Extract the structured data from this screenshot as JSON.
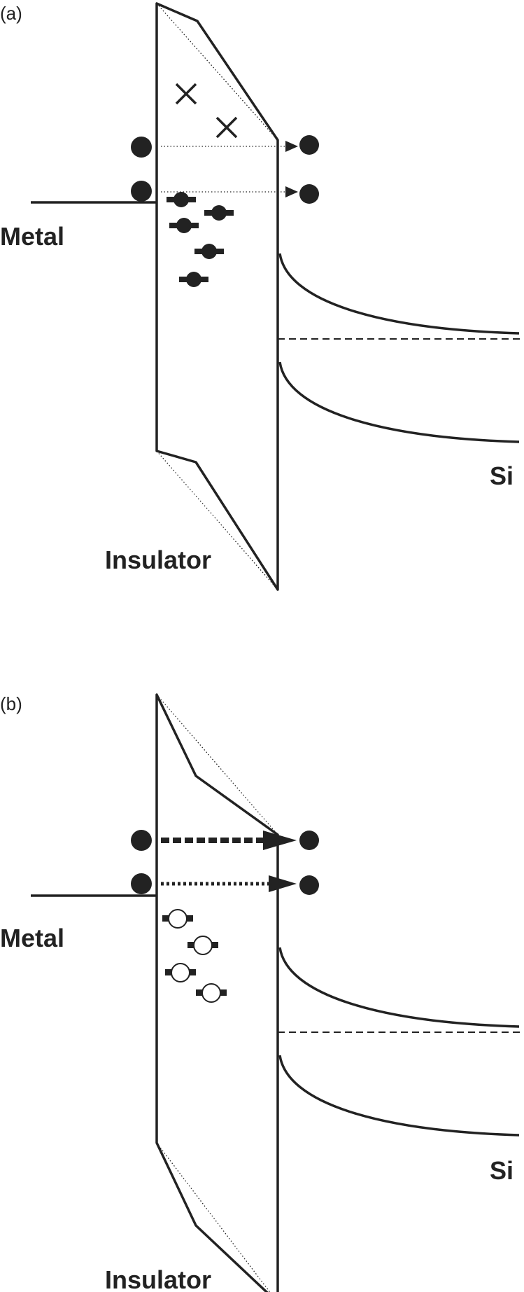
{
  "panels": [
    {
      "label": "(a)",
      "metal_label": "Metal",
      "insulator_label": "Insulator",
      "silicon_label": "Si",
      "trapped_charge": "filled",
      "defect_marks": 2,
      "tunneling_arrows": "thin"
    },
    {
      "label": "(b)",
      "metal_label": "Metal",
      "insulator_label": "Insulator",
      "silicon_label": "Si",
      "trapped_charge": "empty",
      "defect_marks": 0,
      "tunneling_arrows": "bold"
    }
  ]
}
